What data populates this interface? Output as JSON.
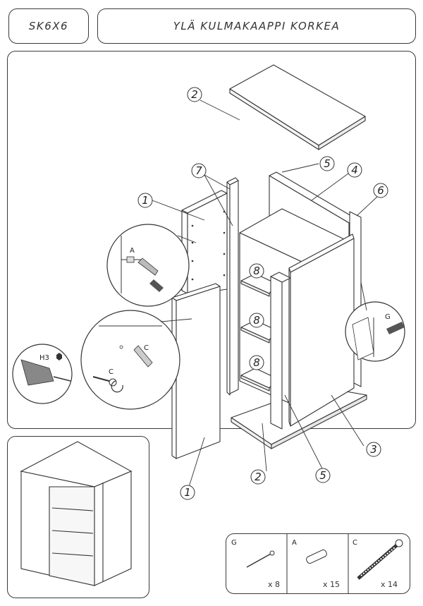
{
  "header": {
    "code": "SK6X6",
    "title": "YLÄ KULMAKAAPPI KORKEA"
  },
  "callouts": [
    {
      "id": "c2a",
      "label": "2"
    },
    {
      "id": "c7",
      "label": "7"
    },
    {
      "id": "c5a",
      "label": "5"
    },
    {
      "id": "c4",
      "label": "4"
    },
    {
      "id": "c6",
      "label": "6"
    },
    {
      "id": "c1a",
      "label": "1"
    },
    {
      "id": "c8a",
      "label": "8"
    },
    {
      "id": "c8b",
      "label": "8"
    },
    {
      "id": "c8c",
      "label": "8"
    },
    {
      "id": "c3",
      "label": "3"
    },
    {
      "id": "c2b",
      "label": "2"
    },
    {
      "id": "c5b",
      "label": "5"
    },
    {
      "id": "c1b",
      "label": "1"
    }
  ],
  "detail_letters": {
    "dowel_detail": "A",
    "screw_detail": "C",
    "screw_detail_2": "C",
    "pin_detail": "G",
    "drill_bit": "H3"
  },
  "hardware": [
    {
      "letter": "G",
      "quantity": "x 8",
      "icon": "pin-nail-icon"
    },
    {
      "letter": "A",
      "quantity": "x 15",
      "icon": "wooden-dowel-icon"
    },
    {
      "letter": "C",
      "quantity": "x 14",
      "icon": "screw-icon"
    }
  ]
}
